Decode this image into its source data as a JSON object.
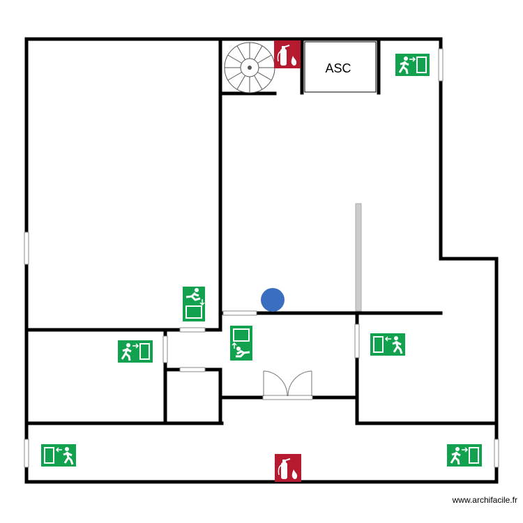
{
  "plan": {
    "elevator_label": "ASC",
    "watermark": "www.archifacile.fr",
    "colors": {
      "wall": "#000000",
      "exit_sign": "#11a14f",
      "extinguisher_sign": "#b51a2e",
      "assembly_marker": "#3a6fbf",
      "partition": "#cccccc"
    },
    "symbols": [
      "spiral-staircase",
      "fire-extinguisher-sign",
      "elevator",
      "emergency-exit-sign",
      "door-opening",
      "double-door",
      "assembly-point-marker"
    ]
  }
}
